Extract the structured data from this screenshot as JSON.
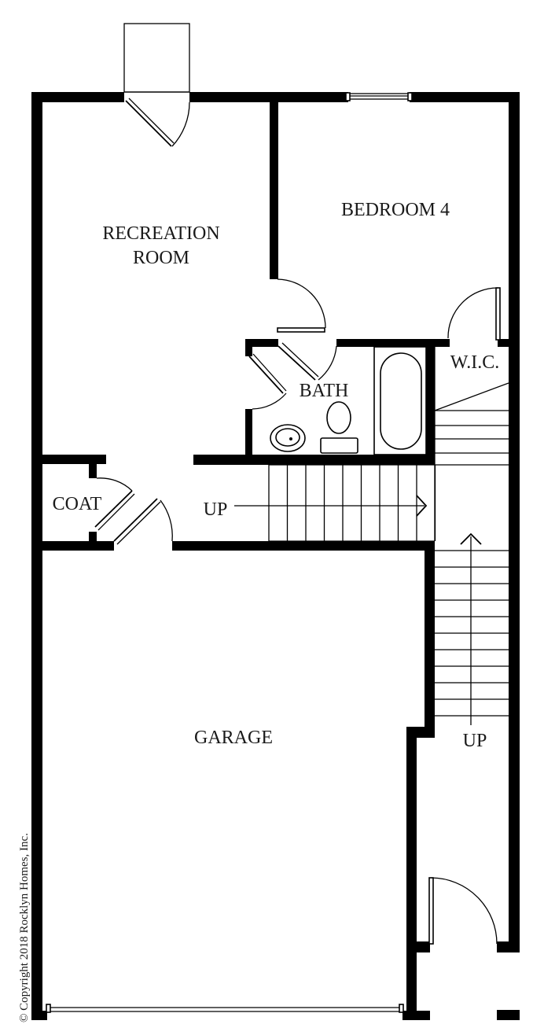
{
  "rooms": {
    "recreation_line1": "RECREATION",
    "recreation_line2": "ROOM",
    "bedroom": "BEDROOM 4",
    "bath": "BATH",
    "wic": "W.I.C.",
    "coat": "COAT",
    "garage": "GARAGE"
  },
  "stairs": {
    "up_horizontal": "UP",
    "up_vertical": "UP"
  },
  "copyright": "© Copyright 2018 Rocklyn Homes, Inc.",
  "colors": {
    "wall": "#000000",
    "background": "#ffffff",
    "text": "#1a1a1a"
  }
}
